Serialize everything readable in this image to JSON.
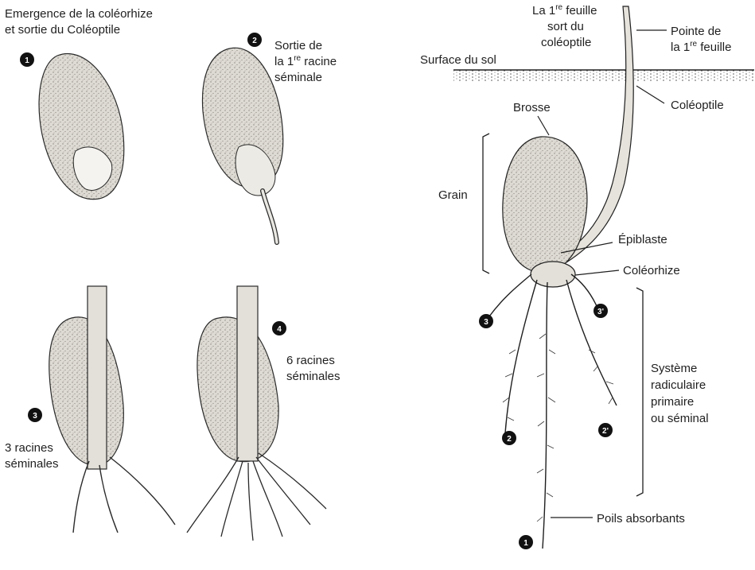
{
  "left_panel": {
    "title_line1": "Emergence de la coléorhize",
    "title_line2": "et sortie du Coléoptile",
    "step1_num": "1",
    "step2_num": "2",
    "step2_line1": "Sortie de",
    "step2_line2_a": "la 1",
    "step2_line2_sup": "re",
    "step2_line2_b": " racine",
    "step2_line3": "séminale",
    "step3_num": "3",
    "step3_line1": "3 racines",
    "step3_line2": "séminales",
    "step4_num": "4",
    "step4_line1": "6 racines",
    "step4_line2": "séminales"
  },
  "right_panel": {
    "first_leaf_line1_a": "La 1",
    "first_leaf_line1_sup": "re",
    "first_leaf_line1_b": " feuille",
    "first_leaf_line2": "sort du",
    "first_leaf_line3": "coléoptile",
    "tip_line1": "Pointe de",
    "tip_line2_a": "la 1",
    "tip_line2_sup": "re",
    "tip_line2_b": " feuille",
    "soil_surface": "Surface du sol",
    "coleoptile": "Coléoptile",
    "brosse": "Brosse",
    "grain": "Grain",
    "epiblaste": "Épiblaste",
    "coleorhize": "Coléorhize",
    "root_system_line1": "Système",
    "root_system_line2": "radiculaire",
    "root_system_line3": "primaire",
    "root_system_line4": "ou séminal",
    "root_hairs": "Poils absorbants",
    "root_num_1": "1",
    "root_num_2": "2",
    "root_num_2p": "2'",
    "root_num_3": "3",
    "root_num_3p": "3'"
  },
  "colors": {
    "ink": "#1f1f1f",
    "grain_fill": "#d9d6cf",
    "grain_shade": "#b9b5ac",
    "badge": "#111111"
  }
}
